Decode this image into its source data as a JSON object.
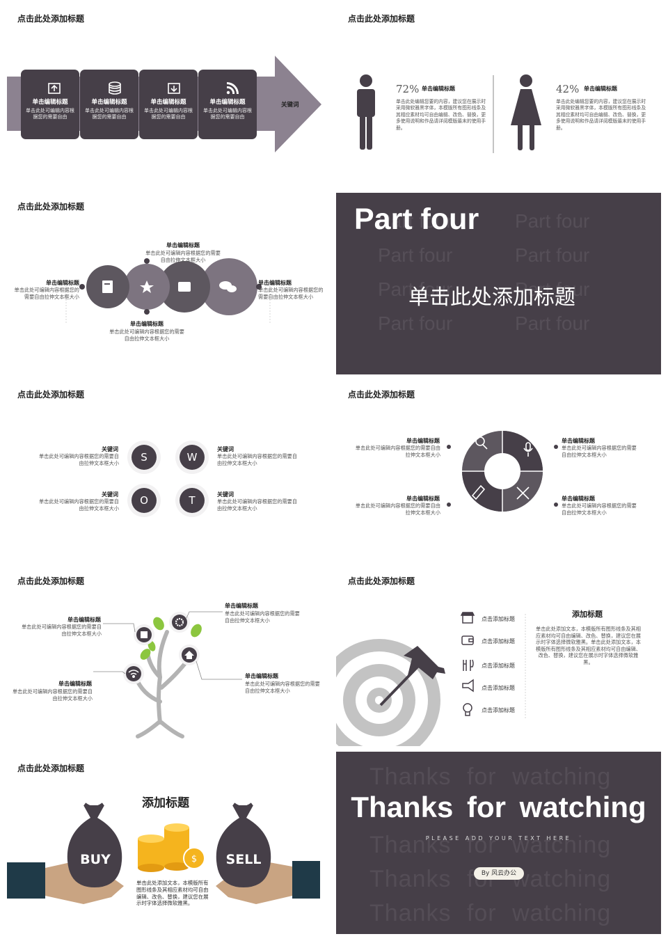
{
  "common": {
    "slide_title": "点击此处添加标题"
  },
  "s1": {
    "cards": [
      {
        "icon": "upload-icon",
        "title": "单击编辑标题",
        "desc": "单击此处可编辑内容根据您的需要自由"
      },
      {
        "icon": "database-icon",
        "title": "单击编辑标题",
        "desc": "单击此处可编辑内容根据您的需要自由"
      },
      {
        "icon": "download-icon",
        "title": "单击编辑标题",
        "desc": "单击此处可编辑内容根据您的需要自由"
      },
      {
        "icon": "rss-icon",
        "title": "单击编辑标题",
        "desc": "单击此处可编辑内容根据您的需要自由"
      }
    ],
    "keyword": "关键词"
  },
  "s2": {
    "male": {
      "percent": "72%",
      "title": "单击编辑标题",
      "desc": "单击此处编辑您要的内容，建议您在展示时采用微软雅黑字体，本模版所有图形线条及其相应素材均可自由编辑、改色、替换，更多使用说明和作品请详阅模版最末的使用手册。"
    },
    "female": {
      "percent": "42%",
      "title": "单击编辑标题",
      "desc": "单击此处编辑您要的内容，建议您在展示时采用微软雅黑字体，本模版所有图形线条及其相应素材均可自由编辑、改色、替换，更多使用说明和作品请详阅模版最末的使用手册。"
    }
  },
  "s3": {
    "top": {
      "title": "单击编辑标题",
      "desc": "单击此处可编辑内容根据您的需要自由拉伸文本框大小"
    },
    "left": {
      "title": "单击编辑标题",
      "desc": "单击此处可编辑内容根据您的需要自由拉伸文本框大小"
    },
    "bottom": {
      "title": "单击编辑标题",
      "desc": "单击此处可编辑内容根据您的需要自由拉伸文本框大小"
    },
    "right": {
      "title": "单击编辑标题",
      "desc": "单击此处可编辑内容根据您的需要自由拉伸文本框大小"
    }
  },
  "s4": {
    "title": "Part four",
    "subtitle": "单击此处添加标题",
    "watermark": "Part four"
  },
  "s5": {
    "items": [
      {
        "letter": "S",
        "title": "关键词",
        "desc": "单击此处可编辑内容根据您的需要自由拉伸文本框大小"
      },
      {
        "letter": "W",
        "title": "关键词",
        "desc": "单击此处可编辑内容根据您的需要自由拉伸文本框大小"
      },
      {
        "letter": "O",
        "title": "关键词",
        "desc": "单击此处可编辑内容根据您的需要自由拉伸文本框大小"
      },
      {
        "letter": "T",
        "title": "关键词",
        "desc": "单击此处可编辑内容根据您的需要自由拉伸文本框大小"
      }
    ]
  },
  "s6": {
    "items": [
      {
        "title": "单击编辑标题",
        "desc": "单击此处可编辑内容根据您的需要自由拉伸文本框大小"
      },
      {
        "title": "单击编辑标题",
        "desc": "单击此处可编辑内容根据您的需要自由拉伸文本框大小"
      },
      {
        "title": "单击编辑标题",
        "desc": "单击此处可编辑内容根据您的需要自由拉伸文本框大小"
      },
      {
        "title": "单击编辑标题",
        "desc": "单击此处可编辑内容根据您的需要自由拉伸文本框大小"
      }
    ]
  },
  "s7": {
    "items": [
      {
        "title": "单击编辑标题",
        "desc": "单击此处可编辑内容根据您的需要自由拉伸文本框大小"
      },
      {
        "title": "单击编辑标题",
        "desc": "单击此处可编辑内容根据您的需要自由拉伸文本框大小"
      },
      {
        "title": "单击编辑标题",
        "desc": "单击此处可编辑内容根据您的需要自由拉伸文本框大小"
      },
      {
        "title": "单击编辑标题",
        "desc": "单击此处可编辑内容根据您的需要自由拉伸文本框大小"
      }
    ]
  },
  "s8": {
    "list": [
      "点击添加标题",
      "点击添加标题",
      "点击添加标题",
      "点击添加标题",
      "点击添加标题"
    ],
    "heading": "添加标题",
    "desc": "单击此处添加文本，本模版所有图形线条及其相应素材均可自由编辑、改色、替换，建议您在展示时字体选择微软雅黑。单击此处添加文本，本模版所有图形线条及其相应素材均可自由编辑、改色、替换，建议您在展示时字体选择微软雅黑。"
  },
  "s9": {
    "heading": "添加标题",
    "buy": "BUY",
    "sell": "SELL",
    "desc": "单击此处添加文本，本模版所有图形线条及其相应素材均可自由编辑、改色、替换，建议您在展示时字体选择微软雅黑。"
  },
  "s10": {
    "title": "Thanks for watching",
    "subtitle": "PLEASE ADD YOUR TEXT HERE",
    "author": "By 风云办公",
    "watermark": "Thanks for watching"
  },
  "colors": {
    "dark": "#463f48",
    "mid": "#5d575f",
    "light": "#8c8290",
    "leaf": "#8cc63f",
    "coin": "#f5b41e"
  }
}
